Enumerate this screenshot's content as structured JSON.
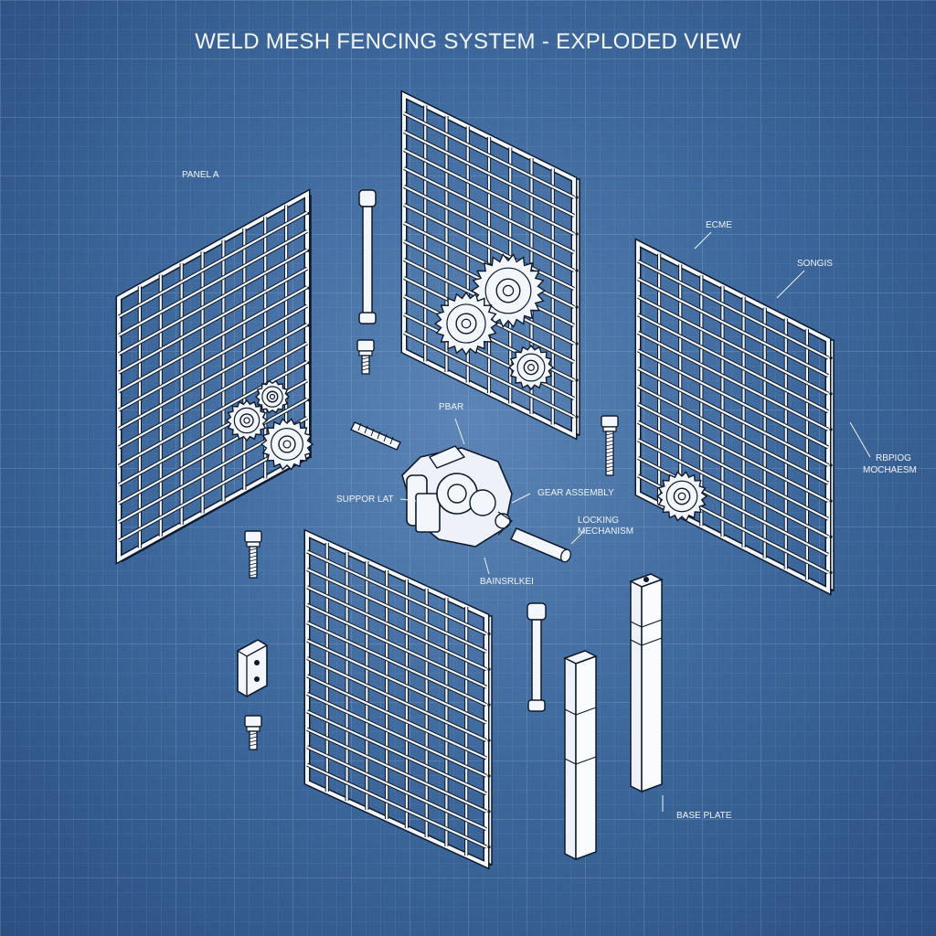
{
  "title": "WELD MESH FENCING SYSTEM - EXPLODED VIEW",
  "labels": {
    "panel_a": "PANEL A",
    "ecme": "ECME",
    "songis": "SONGIS",
    "rbpiog": "RBPIOG",
    "mochaeism": "MOCHAESM",
    "pbar": "PBAR",
    "suppor": "SUPPOR LAT",
    "gear_assembly": "GEAR ASSEMBLY",
    "locking": "LOCKING",
    "mechanism": "MECHANISM",
    "bainslr": "BAINSRLKEI",
    "base_plate": "BASE PLATE"
  },
  "colors": {
    "background": "#3f6a9e",
    "line": "#0e1a2c",
    "part_fill": "#f3f6fb",
    "label": "#eef3fa"
  }
}
